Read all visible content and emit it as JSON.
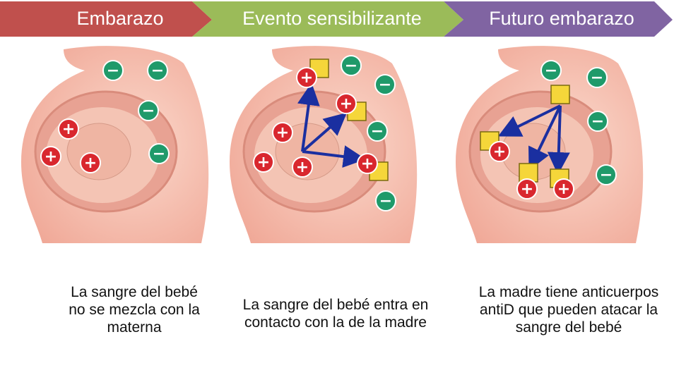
{
  "steps": [
    {
      "label": "Embarazo",
      "color": "#c0504d"
    },
    {
      "label": "Evento sensibilizante",
      "color": "#9bbb59"
    },
    {
      "label": "Futuro embarazo",
      "color": "#8064a2"
    }
  ],
  "captions": [
    "La sangre del bebé no se mezcla con la materna",
    "La sangre del bebé entra en contacto con la de la madre",
    "La madre tiene anticuerpos antiD que pueden atacar la sangre del bebé"
  ],
  "symbols": {
    "plus": "+",
    "minus": "−"
  }
}
